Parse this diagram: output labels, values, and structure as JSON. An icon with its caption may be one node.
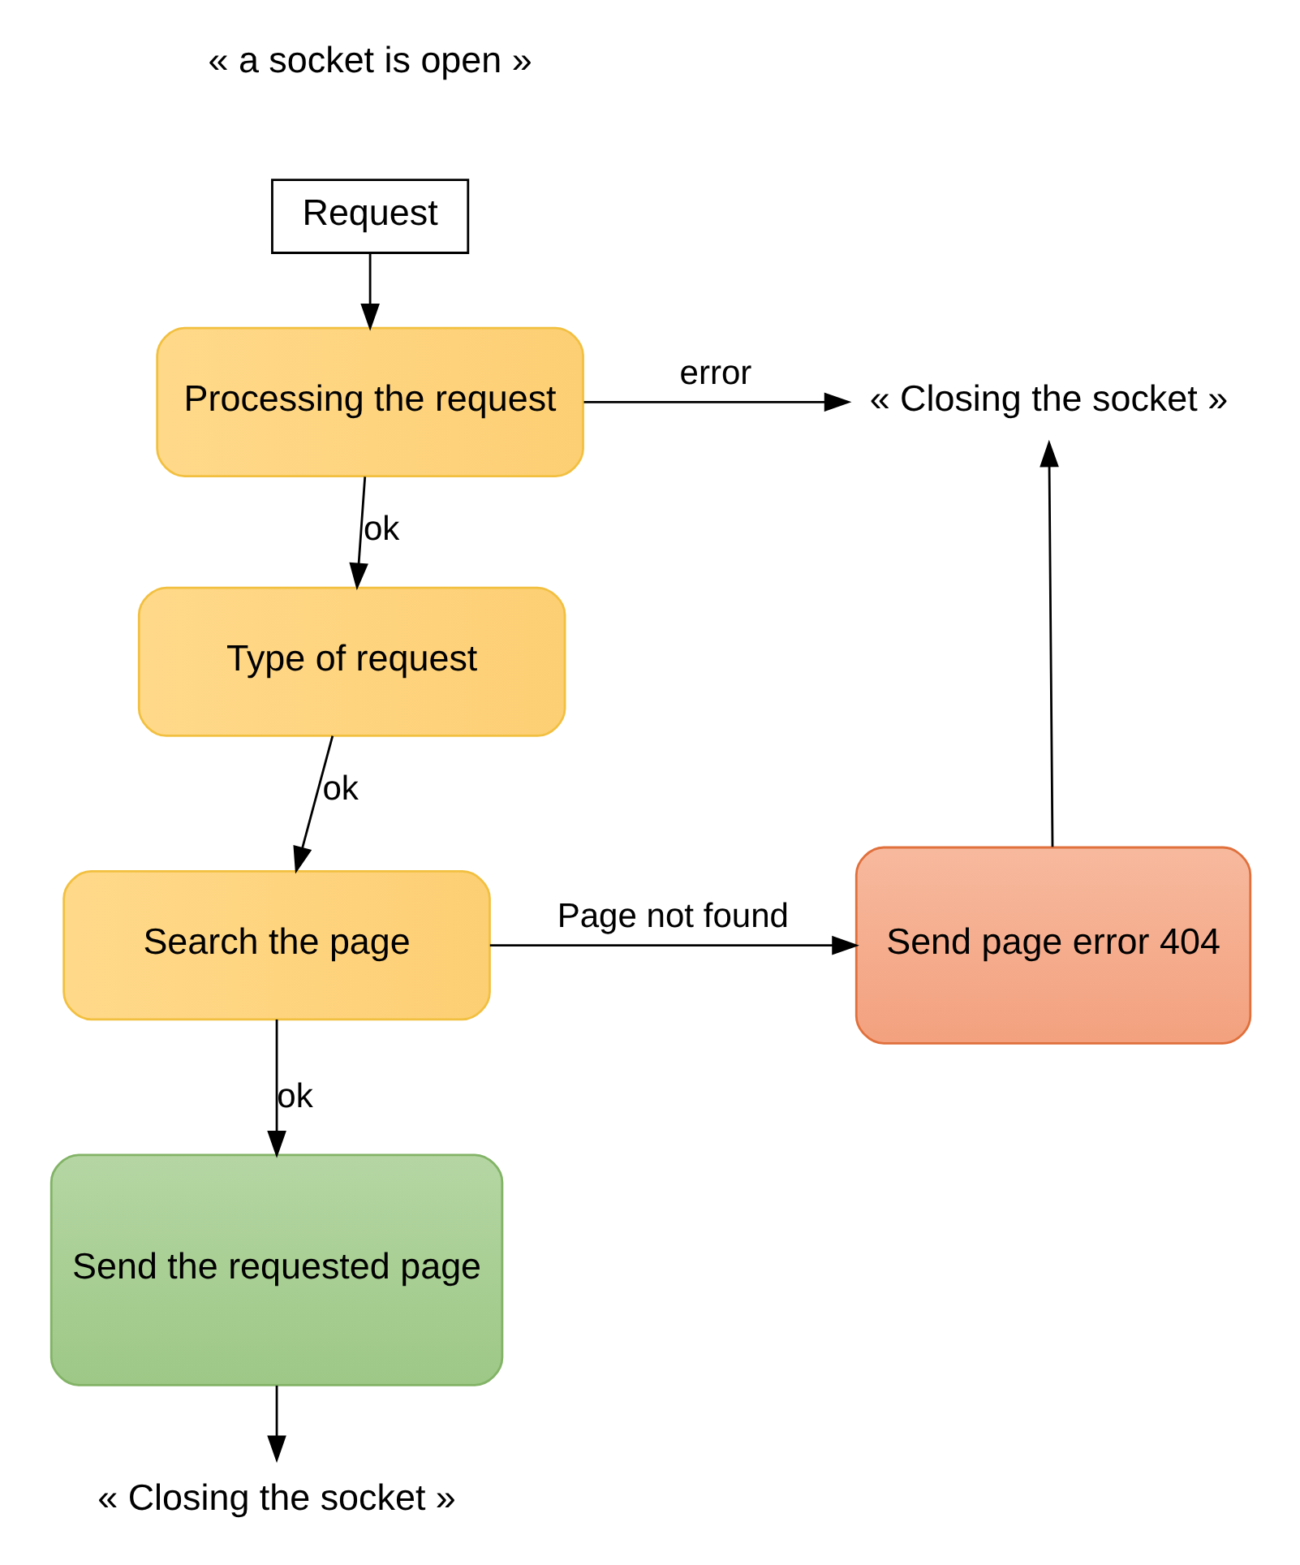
{
  "diagram": {
    "nodes": [
      {
        "text": [
          "Request"
        ]
      },
      {
        "text": [
          "Processing the request"
        ]
      },
      {
        "text": [
          "Type of request"
        ]
      },
      {
        "text": [
          "Search the page"
        ]
      },
      {
        "text": [
          "Send the requested page"
        ]
      },
      {
        "text": [
          "Send page error 404"
        ]
      },
      {
        "text": [
          "« Closing the socket »"
        ]
      },
      {
        "text": [
          "« Closing the socket »"
        ]
      }
    ],
    "edges": [
      {
        "from": 0,
        "to": 1,
        "arrow": "to"
      },
      {
        "from": 1,
        "to": 6,
        "arrow": "to",
        "label": "error"
      },
      {
        "from": 1,
        "to": 2,
        "arrow": "to",
        "label": "ok"
      },
      {
        "from": 2,
        "to": 3,
        "arrow": "to",
        "label": "ok"
      },
      {
        "from": 3,
        "to": 5,
        "arrow": "to",
        "label": "Page not found"
      },
      {
        "from": 3,
        "to": 4,
        "arrow": "to",
        "label": "ok"
      },
      {
        "from": 5,
        "to": 6,
        "arrow": "to"
      },
      {
        "from": 4,
        "to": 7,
        "arrow": "to"
      }
    ],
    "labels": [
      "« a socket is open »"
    ]
  }
}
